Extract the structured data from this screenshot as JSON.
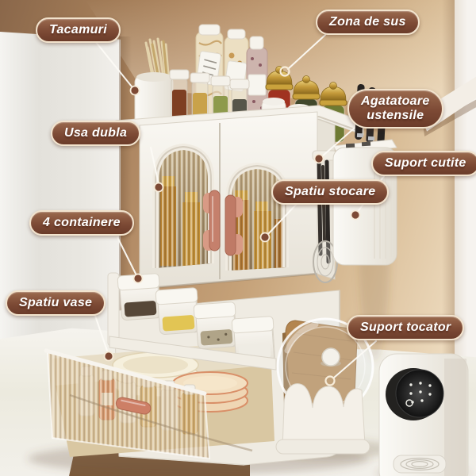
{
  "annotations": {
    "labels": [
      {
        "id": "tacamuri",
        "text": "Tacamuri"
      },
      {
        "id": "zona-de-sus",
        "text": "Zona de sus"
      },
      {
        "id": "usa-dubla",
        "text": "Usa dubla"
      },
      {
        "id": "agatatoare-ustensile",
        "text": "Agatatoare ustensile",
        "line1": "Agatatoare",
        "line2": "ustensile"
      },
      {
        "id": "suport-cutite",
        "text": "Suport cutite"
      },
      {
        "id": "spatiu-stocare",
        "text": "Spatiu stocare"
      },
      {
        "id": "containere",
        "text": "4 containere"
      },
      {
        "id": "spatiu-vase",
        "text": "Spatiu vase"
      },
      {
        "id": "suport-tocator",
        "text": "Suport tocator"
      }
    ],
    "style": {
      "pill_background": "#7d4a35",
      "pill_border": "#f2e3cd",
      "text_color": "#ffffff",
      "leader_line_color": "#fdfbf6",
      "endpoint_color": "#7d4a35"
    }
  },
  "scene_colors": {
    "wall_dark": "#8f6c4e",
    "wall_light": "#ecd9bc",
    "counter": "#f1efe9",
    "base_cabinet_wood": "#8a6747",
    "product_white": "#f6f3ee",
    "handle_rose": "#c5806c",
    "cutting_board_wood": "#b3854f",
    "gold_lid": "#c49a3a",
    "appliance_panel": "#1a1a1a"
  }
}
